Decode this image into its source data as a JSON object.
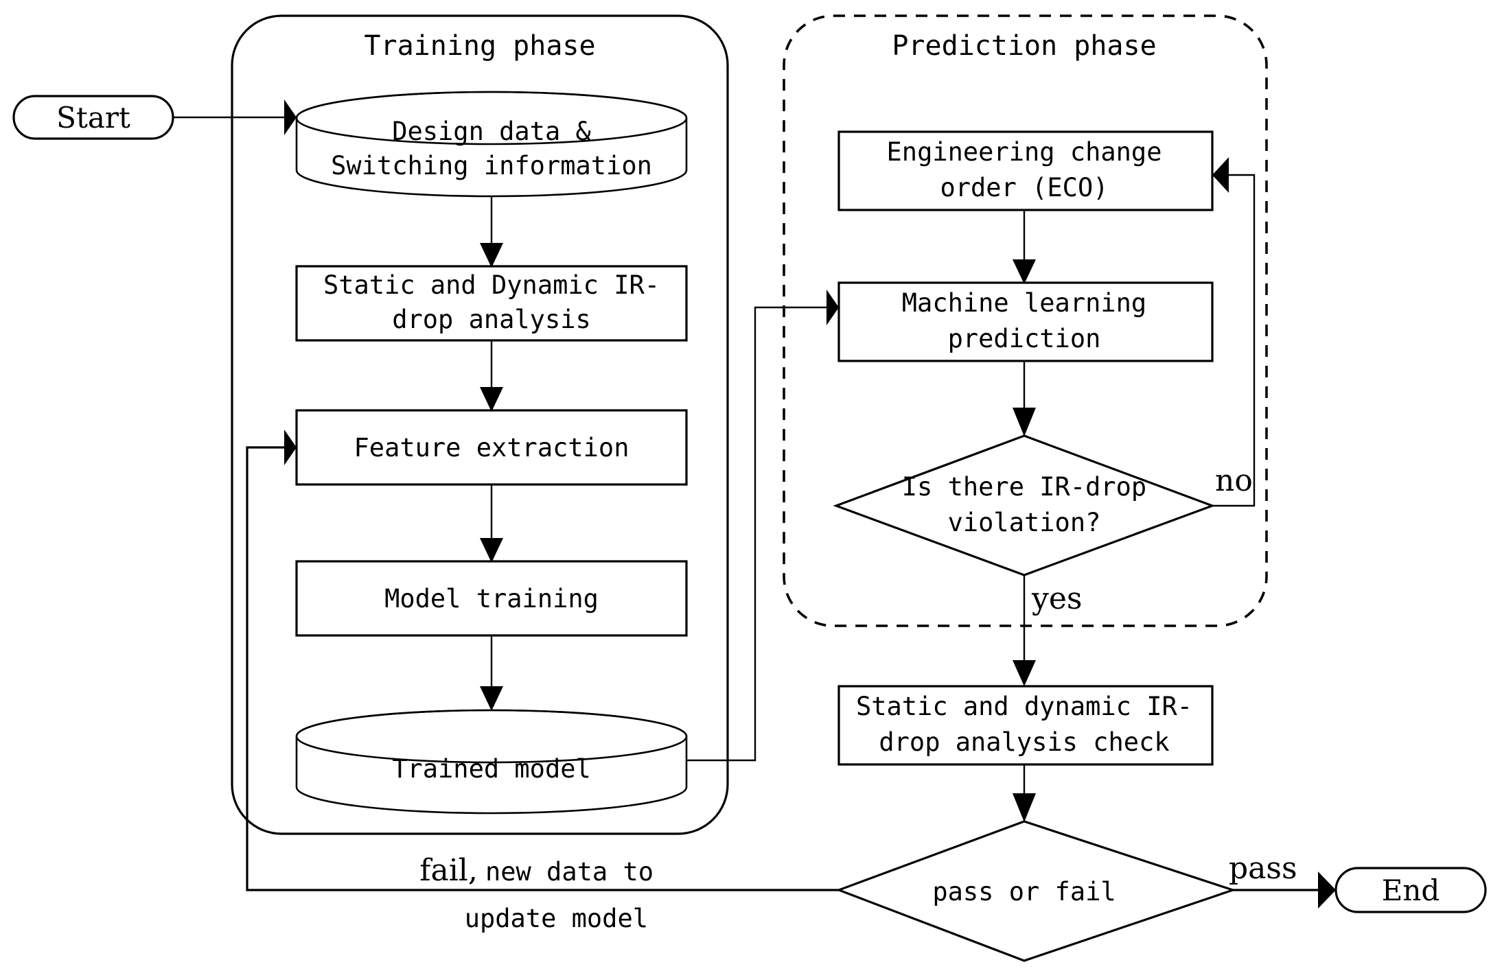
{
  "diagram": {
    "title": "IR-drop machine learning prediction flow",
    "groups": [
      {
        "id": "training",
        "label": "Training phase",
        "border": "solid"
      },
      {
        "id": "prediction",
        "label": "Prediction phase",
        "border": "dashed"
      }
    ],
    "nodes": [
      {
        "id": "start",
        "label": "Start",
        "shape": "stadium"
      },
      {
        "id": "design",
        "label_line1": "Design data &",
        "label_line2": "Switching information",
        "shape": "cylinder"
      },
      {
        "id": "sdir",
        "label_line1": "Static and Dynamic IR-",
        "label_line2": "drop analysis",
        "shape": "rect"
      },
      {
        "id": "feature",
        "label": "Feature extraction",
        "shape": "rect"
      },
      {
        "id": "modeltrain",
        "label": "Model training",
        "shape": "rect"
      },
      {
        "id": "trained",
        "label": "Trained model",
        "shape": "cylinder"
      },
      {
        "id": "eco",
        "label_line1": "Engineering change",
        "label_line2": "order (ECO)",
        "shape": "rect"
      },
      {
        "id": "mlpred",
        "label_line1": "Machine learning",
        "label_line2": "prediction",
        "shape": "rect"
      },
      {
        "id": "irviol",
        "label_line1": "Is there IR-drop",
        "label_line2": "violation?",
        "shape": "diamond"
      },
      {
        "id": "check",
        "label_line1": "Static and dynamic IR-",
        "label_line2": "drop analysis check",
        "shape": "rect"
      },
      {
        "id": "passfail",
        "label": "pass or fail",
        "shape": "diamond"
      },
      {
        "id": "end",
        "label": "End",
        "shape": "stadium"
      }
    ],
    "edge_labels": {
      "no": "no",
      "yes": "yes",
      "pass": "pass",
      "fail_bold": "fail,",
      "fail_rest": "new data to",
      "fail_line2": "update model"
    },
    "colors": {
      "stroke": "#000000",
      "background": "#ffffff"
    }
  }
}
